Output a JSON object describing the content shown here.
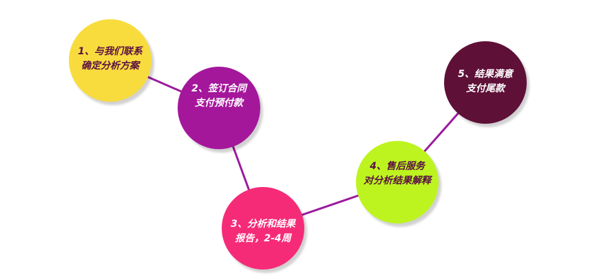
{
  "colors": {
    "link": "#9B1A9E",
    "dark_text": "#5A1040",
    "light_text": "#ffffff"
  },
  "steps": [
    {
      "line1": "1、与我们联系",
      "line2": "确定分析方案",
      "color": "#F8DC3E"
    },
    {
      "line1": "2、签订合同",
      "line2": "支付预付款",
      "color": "#A4179B"
    },
    {
      "line1": "3、分析和结果",
      "line2": "报告，2-4周",
      "color": "#F62B78"
    },
    {
      "line1": "4、售后服务",
      "line2": "对分析结果解释",
      "color": "#BDF41F"
    },
    {
      "line1": "5、结果满意",
      "line2": "支付尾款",
      "color": "#5E1037"
    }
  ]
}
